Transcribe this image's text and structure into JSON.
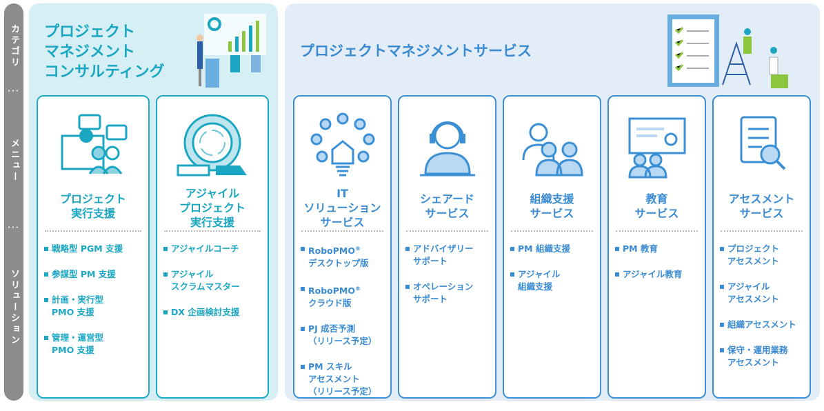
{
  "sidebar": {
    "category": "カテゴリ",
    "menu": "メニュー",
    "solution": "ソリューション",
    "dots": "・・・"
  },
  "consulting": {
    "title_lines": [
      "プロジェクト",
      "マネジメント",
      "コンサルティング"
    ],
    "cards": [
      {
        "title_lines": [
          "プロジェクト",
          "実行支援"
        ],
        "icon": "presentation-discussion-icon",
        "items": [
          [
            "戦略型 PGM 支援"
          ],
          [
            "参謀型 PM 支援"
          ],
          [
            "計画・実行型",
            "PMO 支援"
          ],
          [
            "管理・運営型",
            "PMO 支援"
          ]
        ]
      },
      {
        "title_lines": [
          "アジャイル",
          "プロジェクト",
          "実行支援"
        ],
        "icon": "agile-cycle-icon",
        "items": [
          [
            "アジャイルコーチ"
          ],
          [
            "アジャイル",
            "スクラムマスター"
          ],
          [
            "DX 企画検討支援"
          ]
        ]
      }
    ]
  },
  "services": {
    "title": "プロジェクトマネジメントサービス",
    "cards": [
      {
        "title_lines": [
          "IT",
          "ソリューション",
          "サービス"
        ],
        "icon": "robot-network-icon",
        "items": [
          [
            "RoboPMO",
            "デスクトップ版"
          ],
          [
            "RoboPMO",
            "クラウド版"
          ],
          [
            "PJ 成否予測",
            "（リリース予定）"
          ],
          [
            "PM スキル",
            "アセスメント",
            "（リリース予定）"
          ]
        ],
        "reg": "®"
      },
      {
        "title_lines": [
          "シェアード",
          "サービス"
        ],
        "icon": "headset-operator-icon",
        "items": [
          [
            "アドバイザリー",
            "サポート"
          ],
          [
            "オペレーション",
            "サポート"
          ]
        ]
      },
      {
        "title_lines": [
          "組織支援",
          "サービス"
        ],
        "icon": "team-icon",
        "items": [
          [
            "PM 組織支援"
          ],
          [
            "アジャイル",
            "組織支援"
          ]
        ]
      },
      {
        "title_lines": [
          "教育",
          "サービス"
        ],
        "icon": "classroom-icon",
        "items": [
          [
            "PM 教育"
          ],
          [
            "アジャイル教育"
          ]
        ]
      },
      {
        "title_lines": [
          "アセスメント",
          "サービス"
        ],
        "icon": "checklist-search-icon",
        "items": [
          [
            "プロジェクト",
            "アセスメント"
          ],
          [
            "アジャイル",
            "アセスメント"
          ],
          [
            "組織アセスメント"
          ],
          [
            "保守・運用業務",
            "アセスメント"
          ]
        ]
      }
    ]
  },
  "colors": {
    "teal": "#1ba6c2",
    "blue": "#3a8bd2",
    "sidebar": "#8c8c8c"
  }
}
